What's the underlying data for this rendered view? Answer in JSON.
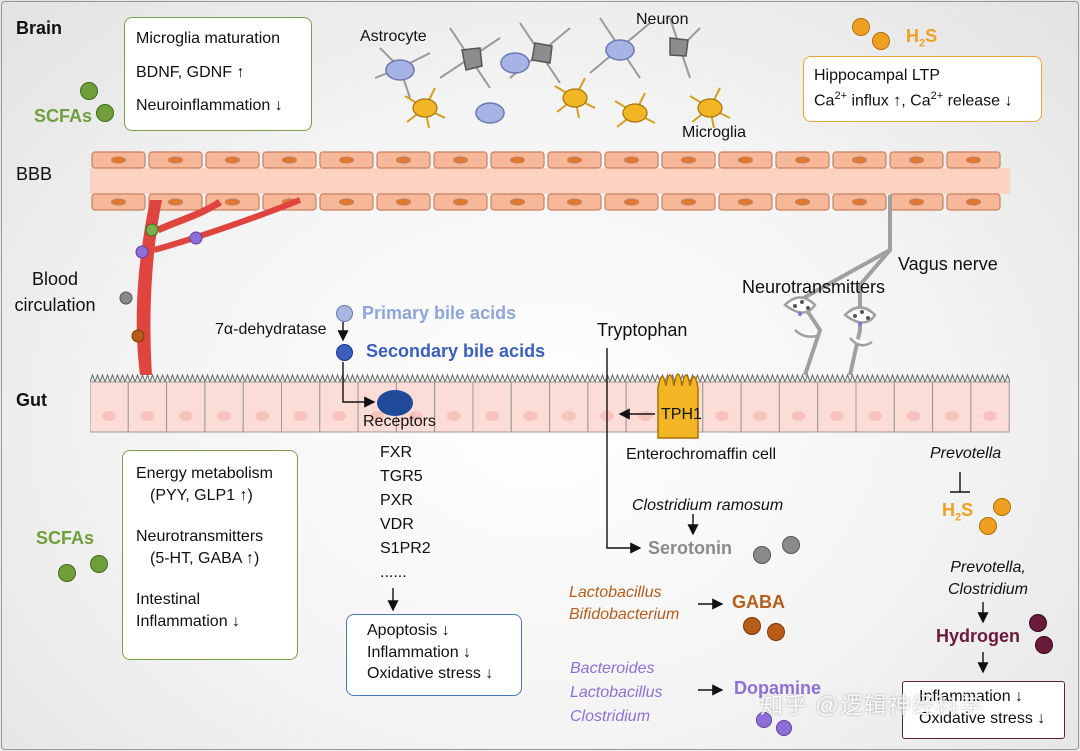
{
  "regions": {
    "brain": "Brain",
    "bbb": "BBB",
    "gut": "Gut"
  },
  "brain": {
    "cells": {
      "astrocyte": "Astrocyte",
      "neuron": "Neuron",
      "microglia": "Microglia"
    },
    "scfa_label": "SCFAs",
    "scfa_box": [
      "Microglia maturation",
      "BDNF, GDNF ↑",
      "Neuroinflammation ↓"
    ],
    "h2s_label_main": "H",
    "h2s_label_sub": "2",
    "h2s_label_end": "S",
    "h2s_box_line1": "Hippocampal LTP",
    "h2s_box_line2_a": "Ca",
    "h2s_box_line2_sup1": "2+",
    "h2s_box_line2_b": " influx ↑, Ca",
    "h2s_box_line2_sup2": "2+",
    "h2s_box_line2_c": " release ↓"
  },
  "middle": {
    "blood_circulation": [
      "Blood",
      "circulation"
    ],
    "vagus_nerve": "Vagus nerve",
    "neurotransmitters": "Neurotransmitters",
    "enzyme": "7α-dehydratase",
    "primary_bile_acids": "Primary bile acids",
    "secondary_bile_acids": "Secondary bile acids",
    "tryptophan": "Tryptophan"
  },
  "gut": {
    "receptors": "Receptors",
    "receptor_list": [
      "FXR",
      "TGR5",
      "PXR",
      "VDR",
      "S1PR2",
      "......"
    ],
    "bile_box": [
      "Apoptosis ↓",
      "Inflammation ↓",
      "Oxidative stress ↓"
    ],
    "tph1": "TPH1",
    "enterochromaffin": "Enterochromaffin cell",
    "clostridium_ramosum": "Clostridium ramosum",
    "serotonin": "Serotonin",
    "gaba_bacteria": [
      "Lactobacillus",
      "Bifidobacterium"
    ],
    "gaba": "GABA",
    "dopamine_bacteria": [
      "Bacteroides",
      "Lactobacillus",
      "Clostridium"
    ],
    "dopamine": "Dopamine",
    "scfa_label": "SCFAs",
    "scfa_box": [
      "Energy metabolism",
      "(PYY, GLP1 ↑)",
      "Neurotransmitters",
      "(5-HT, GABA ↑)",
      "Intestinal",
      "Inflammation ↓"
    ],
    "prevotella": "Prevotella",
    "h2s_main": "H",
    "h2s_sub": "2",
    "h2s_end": "S",
    "prevotella_clostridium": [
      "Prevotella,",
      "Clostridium"
    ],
    "hydrogen": "Hydrogen",
    "hydrogen_box": [
      "Inflammation ↓",
      "Oxidative stress ↓"
    ],
    "watermark": "知乎 @逻辑神经科学"
  },
  "colors": {
    "scfa_green": "#6f9e3a",
    "h2s_orange": "#f0a020",
    "gaba_brown": "#b85c1a",
    "dopamine_purple": "#8e6fd8",
    "hydrogen_maroon": "#6a1a3a",
    "bile_blue": "#3a5fbf",
    "primary_bile_blue": "#8ea6dc",
    "vessel_red": "#e0443e"
  }
}
